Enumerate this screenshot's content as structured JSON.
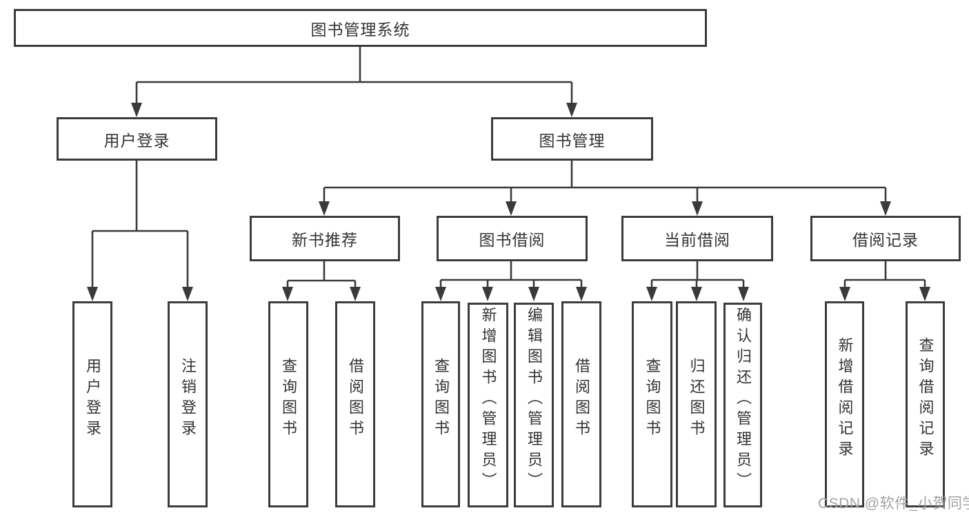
{
  "diagram": {
    "type": "functional-structure-tree",
    "colors": {
      "background": "#ffffff",
      "box_border": "#3b3b3b",
      "line": "#3a3a3a",
      "text": "#333333",
      "watermark": "#a2a2a2"
    }
  },
  "nodes": {
    "root": {
      "label": "图书管理系统"
    },
    "user_login": {
      "label": "用户登录"
    },
    "book_mgmt": {
      "label": "图书管理"
    },
    "new_book_rec": {
      "label": "新书推荐"
    },
    "book_borrow": {
      "label": "图书借阅"
    },
    "current_borrow": {
      "label": "当前借阅"
    },
    "borrow_records": {
      "label": "借阅记录"
    },
    "user_login_leaf": {
      "label": "用户登录"
    },
    "logout_leaf": {
      "label": "注销登录"
    },
    "rec_query_books": {
      "label": "查询图书"
    },
    "rec_borrow_books": {
      "label": "借阅图书"
    },
    "bb_query_books": {
      "label": "查询图书"
    },
    "bb_add_books": {
      "label": "新增图书（管理员）"
    },
    "bb_edit_books": {
      "label": "编辑图书（管理员）"
    },
    "bb_borrow_books": {
      "label": "借阅图书"
    },
    "cb_query_books": {
      "label": "查询图书"
    },
    "cb_return_books": {
      "label": "归还图书"
    },
    "cb_confirm_return": {
      "label": "确认归还（管理员）"
    },
    "br_add_record": {
      "label": "新增借阅记录"
    },
    "br_query_record": {
      "label": "查询借阅记录"
    }
  },
  "hierarchy": {
    "图书管理系统": {
      "用户登录": [
        "用户登录",
        "注销登录"
      ],
      "图书管理": {
        "新书推荐": [
          "查询图书",
          "借阅图书"
        ],
        "图书借阅": [
          "查询图书",
          "新增图书（管理员）",
          "编辑图书（管理员）",
          "借阅图书"
        ],
        "当前借阅": [
          "查询图书",
          "归还图书",
          "确认归还（管理员）"
        ],
        "借阅记录": [
          "新增借阅记录",
          "查询借阅记录"
        ]
      }
    }
  },
  "watermark": {
    "text": "CSDN @软件_小贺同学"
  }
}
